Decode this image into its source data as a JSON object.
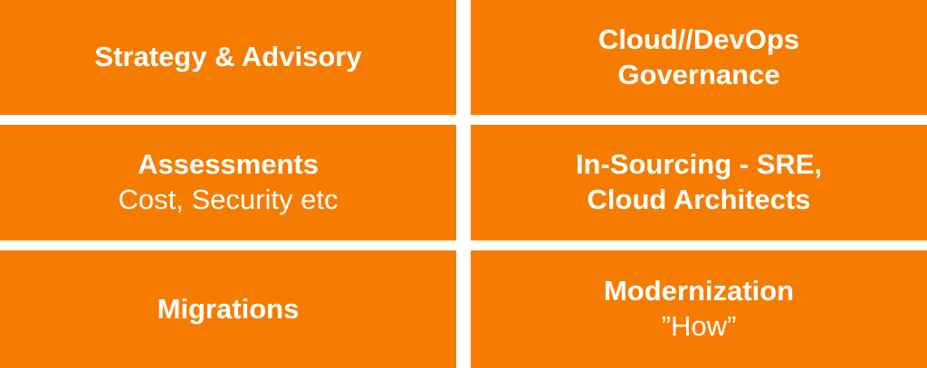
{
  "tiles": [
    {
      "lines": [
        {
          "text": "Strategy & Advisory",
          "bold": true
        }
      ]
    },
    {
      "lines": [
        {
          "text": "Cloud//DevOps",
          "bold": true
        },
        {
          "text": "Governance",
          "bold": true
        }
      ]
    },
    {
      "lines": [
        {
          "text": "Assessments",
          "bold": true
        },
        {
          "text": "Cost, Security etc",
          "bold": false
        }
      ]
    },
    {
      "lines": [
        {
          "text": "In-Sourcing - SRE,",
          "bold": true
        },
        {
          "text": "Cloud Architects",
          "bold": true
        }
      ]
    },
    {
      "lines": [
        {
          "text": "Migrations",
          "bold": true
        }
      ]
    },
    {
      "lines": [
        {
          "text": "Modernization",
          "bold": true
        },
        {
          "text": "”How”",
          "bold": false
        }
      ]
    }
  ],
  "colors": {
    "tile_bg": "#f57c00",
    "text": "#ffffff",
    "page_bg": "#ffffff"
  }
}
